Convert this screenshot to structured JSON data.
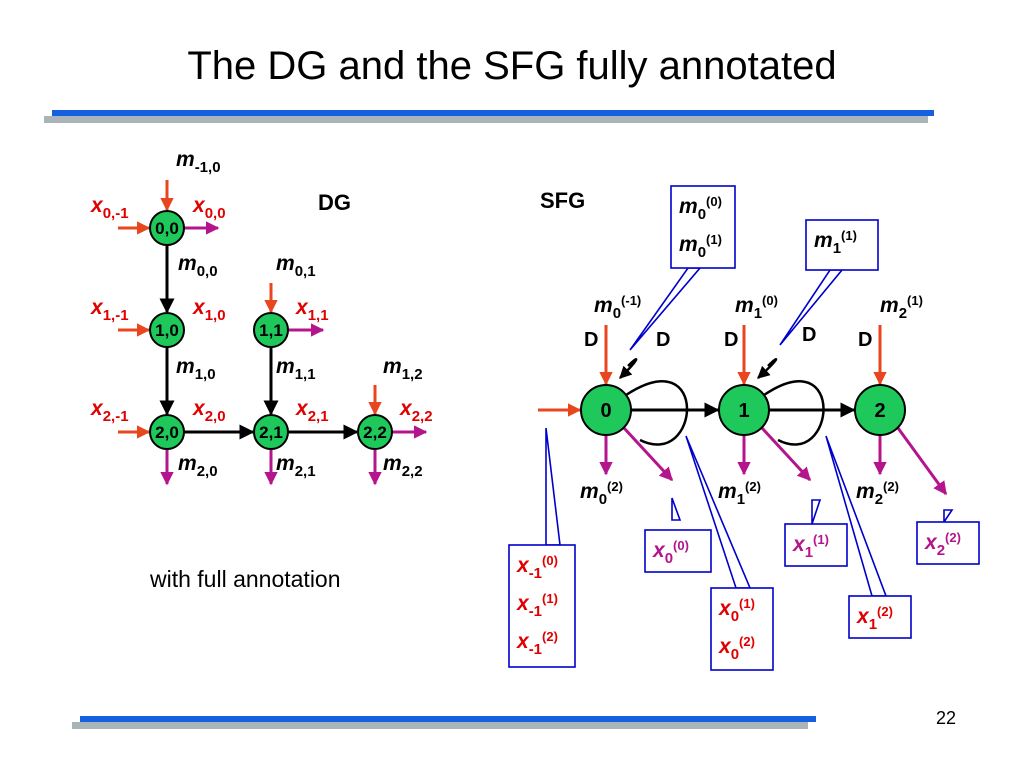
{
  "slide": {
    "title": "The DG and the SFG fully annotated",
    "subtitle": "with full annotation",
    "page_number": "22"
  },
  "colors": {
    "node_fill": "#1ec85a",
    "input_arrow": "#e8461e",
    "output_arrow": "#b4148c",
    "x_label": "#e00000",
    "x_out_label": "#b4148c",
    "callout": "#0000cc",
    "rule_blue": "#1560e0",
    "rule_gray": "#a8b4b8"
  },
  "dg": {
    "label": "DG",
    "nodes": [
      "0,0",
      "1,0",
      "1,1",
      "2,0",
      "2,1",
      "2,2"
    ],
    "labels": {
      "m_m10": {
        "base": "m",
        "sub": "-1,0"
      },
      "x_01_in": {
        "base": "x",
        "sub": "0,-1"
      },
      "x_00": {
        "base": "x",
        "sub": "0,0"
      },
      "m_00": {
        "base": "m",
        "sub": "0,0"
      },
      "m_01": {
        "base": "m",
        "sub": "0,1"
      },
      "x_11_in": {
        "base": "x",
        "sub": "1,-1"
      },
      "x_10": {
        "base": "x",
        "sub": "1,0"
      },
      "x_11": {
        "base": "x",
        "sub": "1,1"
      },
      "m_10": {
        "base": "m",
        "sub": "1,0"
      },
      "m_11": {
        "base": "m",
        "sub": "1,1"
      },
      "m_12": {
        "base": "m",
        "sub": "1,2"
      },
      "x_21_in": {
        "base": "x",
        "sub": "2,-1"
      },
      "x_20": {
        "base": "x",
        "sub": "2,0"
      },
      "x_21": {
        "base": "x",
        "sub": "2,1"
      },
      "x_22": {
        "base": "x",
        "sub": "2,2"
      },
      "m_20": {
        "base": "m",
        "sub": "2,0"
      },
      "m_21": {
        "base": "m",
        "sub": "2,1"
      },
      "m_22": {
        "base": "m",
        "sub": "2,2"
      }
    }
  },
  "sfg": {
    "label": "SFG",
    "nodes": [
      "0",
      "1",
      "2"
    ],
    "delay": "D",
    "labels": {
      "m0_m1": {
        "base": "m",
        "sub": "0",
        "sup": "(-1)"
      },
      "m1_0": {
        "base": "m",
        "sub": "1",
        "sup": "(0)"
      },
      "m2_1": {
        "base": "m",
        "sub": "2",
        "sup": "(1)"
      },
      "m0_2": {
        "base": "m",
        "sub": "0",
        "sup": "(2)"
      },
      "m1_2": {
        "base": "m",
        "sub": "1",
        "sup": "(2)"
      },
      "m2_2": {
        "base": "m",
        "sub": "2",
        "sup": "(2)"
      }
    },
    "callouts": {
      "m0": [
        {
          "base": "m",
          "sub": "0",
          "sup": "(0)"
        },
        {
          "base": "m",
          "sub": "0",
          "sup": "(1)"
        }
      ],
      "m1": [
        {
          "base": "m",
          "sub": "1",
          "sup": "(1)"
        }
      ],
      "x_in": [
        {
          "base": "x",
          "sub": "-1",
          "sup": "(0)"
        },
        {
          "base": "x",
          "sub": "-1",
          "sup": "(1)"
        },
        {
          "base": "x",
          "sub": "-1",
          "sup": "(2)"
        }
      ],
      "x00": [
        {
          "base": "x",
          "sub": "0",
          "sup": "(0)"
        }
      ],
      "x0": [
        {
          "base": "x",
          "sub": "0",
          "sup": "(1)"
        },
        {
          "base": "x",
          "sub": "0",
          "sup": "(2)"
        }
      ],
      "x11": [
        {
          "base": "x",
          "sub": "1",
          "sup": "(1)"
        }
      ],
      "x12": [
        {
          "base": "x",
          "sub": "1",
          "sup": "(2)"
        }
      ],
      "x22": [
        {
          "base": "x",
          "sub": "2",
          "sup": "(2)"
        }
      ]
    }
  }
}
